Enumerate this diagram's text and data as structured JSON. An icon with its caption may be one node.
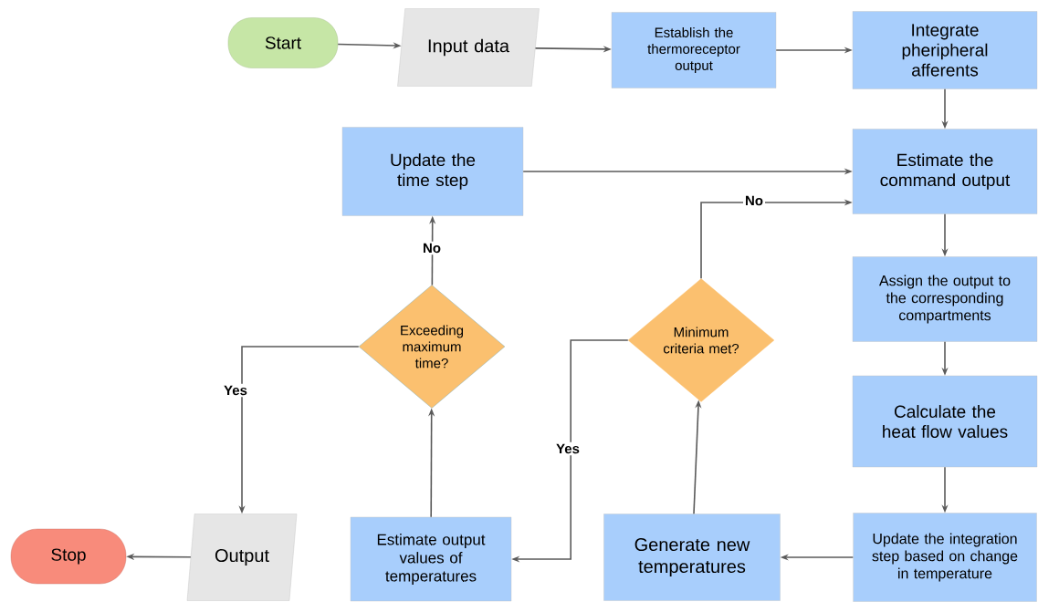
{
  "diagram": {
    "nodes": [
      {
        "text": [
          "Start"
        ]
      },
      {
        "text": [
          "Input data"
        ]
      },
      {
        "text": [
          "Establish the thermoreceptor output"
        ]
      },
      {
        "text": [
          "Integrate pheripheral afferents"
        ]
      },
      {
        "text": [
          "Estimate the command output"
        ]
      },
      {
        "text": [
          "Assign the output to the corresponding compartments"
        ]
      },
      {
        "text": [
          "Calculate the heat flow values"
        ]
      },
      {
        "text": [
          "Update the integration step based on change in temperature"
        ]
      },
      {
        "text": [
          "Generate new temperatures"
        ]
      },
      {
        "text": [
          "Minimum criteria met?"
        ]
      },
      {
        "text": [
          "Estimate output values of temperatures"
        ]
      },
      {
        "text": [
          "Exceeding maximum time?"
        ]
      },
      {
        "text": [
          "Update the time step"
        ]
      },
      {
        "text": [
          "Output"
        ]
      },
      {
        "text": [
          "Stop"
        ]
      }
    ],
    "edges": [
      {
        "from": 0,
        "to": 1,
        "arrow": "to"
      },
      {
        "from": 1,
        "to": 2,
        "arrow": "to"
      },
      {
        "from": 2,
        "to": 3,
        "arrow": "to"
      },
      {
        "from": 3,
        "to": 4,
        "arrow": "to"
      },
      {
        "from": 4,
        "to": 5,
        "arrow": "to"
      },
      {
        "from": 5,
        "to": 6,
        "arrow": "to"
      },
      {
        "from": 6,
        "to": 7,
        "arrow": "to"
      },
      {
        "from": 7,
        "to": 8,
        "arrow": "to"
      },
      {
        "from": 8,
        "to": 9,
        "arrow": "to"
      },
      {
        "from": 9,
        "to": 4,
        "arrow": "to",
        "label": "No"
      },
      {
        "from": 9,
        "to": 10,
        "arrow": "to",
        "label": "Yes"
      },
      {
        "from": 10,
        "to": 11,
        "arrow": "to"
      },
      {
        "from": 11,
        "to": 12,
        "arrow": "to",
        "label": "No"
      },
      {
        "from": 11,
        "to": 13,
        "arrow": "to",
        "label": "Yes"
      },
      {
        "from": 13,
        "to": 14,
        "arrow": "to"
      },
      {
        "from": 12,
        "to": 4,
        "arrow": "to"
      }
    ]
  }
}
